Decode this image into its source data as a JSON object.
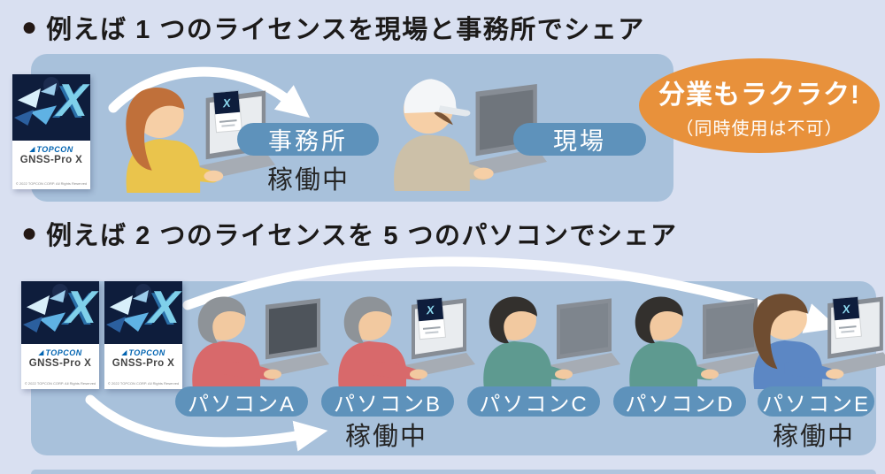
{
  "colors": {
    "page_bg": "#D9E0F1",
    "panel_bg": "#A8C1DB",
    "pill_bg": "#5E92BB",
    "pill_text": "#FFFFFF",
    "badge_bg": "#E8913B",
    "badge_text": "#FFFFFF",
    "heading_text": "#1C1A19",
    "status_text": "#252525",
    "arrow_color": "#FFFFFF",
    "box_navy": "#0E1D3C",
    "box_x_cyan": "#7FD0EA",
    "topcon_blue": "#0063B1"
  },
  "section1": {
    "bullet": "●",
    "heading": "例えば 1 つのライセンスを現場と事務所でシェア",
    "office_label": "事務所",
    "field_label": "現場",
    "office_status": "稼働中",
    "badge": {
      "line1": "分業もラクラク!",
      "line2": "（同時使用は不可）"
    }
  },
  "section2": {
    "bullet": "●",
    "heading": "例えば 2 つのライセンスを 5 つのパソコンでシェア",
    "pcs": [
      "パソコンA",
      "パソコンB",
      "パソコンC",
      "パソコンD",
      "パソコンE"
    ],
    "pc_b_status": "稼働中",
    "pc_e_status": "稼働中"
  },
  "product_box": {
    "logo_icon": "◢",
    "brand": "TOPCON",
    "name": "GNSS-Pro X",
    "x_letter": "X",
    "copyright": "© 2022 TOPCON CORP. All Rights Reserved"
  },
  "figures": [
    {
      "id": "office-woman",
      "hair": "#C0703A",
      "shirt": "#EAC44C",
      "laptop_running": true
    },
    {
      "id": "field-worker-cap",
      "hair": "#7A5436",
      "shirt": "#CCC0A8",
      "laptop_running": false
    },
    {
      "id": "pc-a-man",
      "hair": "#8E9398",
      "shirt": "#D8696B",
      "laptop_running": false
    },
    {
      "id": "pc-b-man",
      "hair": "#8E9398",
      "shirt": "#D8696B",
      "laptop_running": true
    },
    {
      "id": "pc-c-man",
      "hair": "#33302D",
      "shirt": "#5E9A90",
      "laptop_running": false
    },
    {
      "id": "pc-d-man",
      "hair": "#33302D",
      "shirt": "#5E9A90",
      "laptop_running": false
    },
    {
      "id": "pc-e-woman",
      "hair": "#6F4D31",
      "shirt": "#5C87C4",
      "laptop_running": true
    }
  ]
}
